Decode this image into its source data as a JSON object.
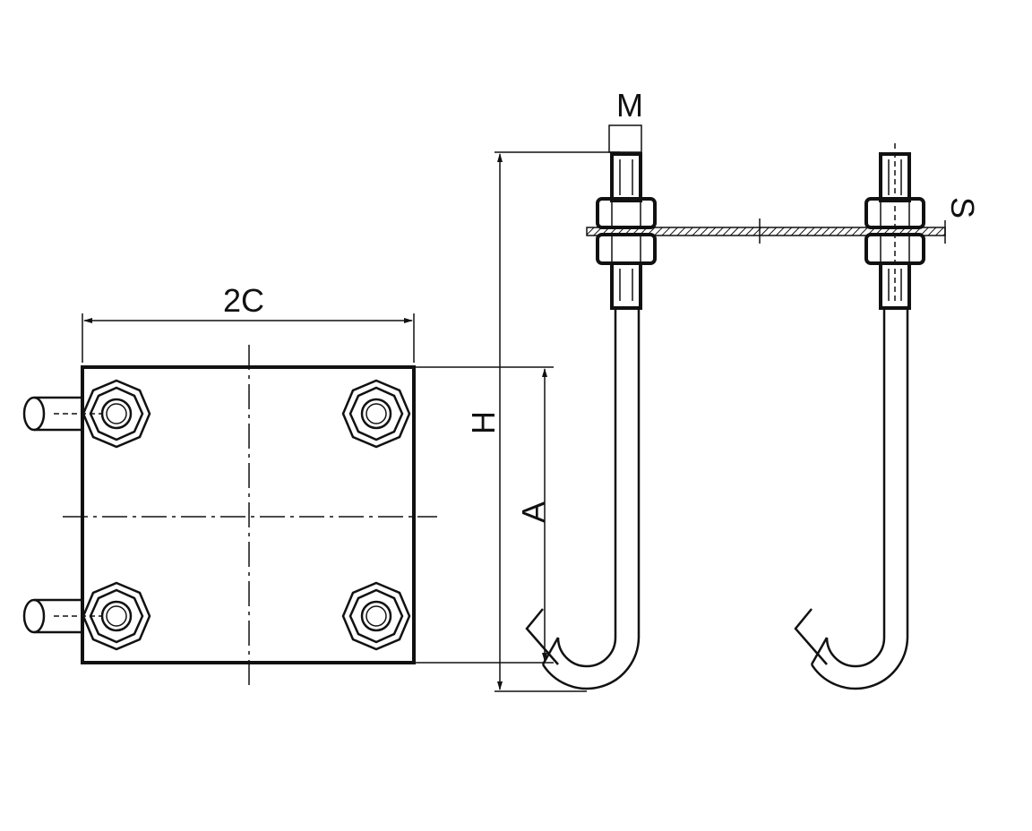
{
  "labels": {
    "width_2c": "2C",
    "height_h": "H",
    "depth_a": "A",
    "thread_m": "M",
    "thickness_s": "S"
  },
  "colors": {
    "ink": "#111111",
    "background": "#ffffff"
  }
}
